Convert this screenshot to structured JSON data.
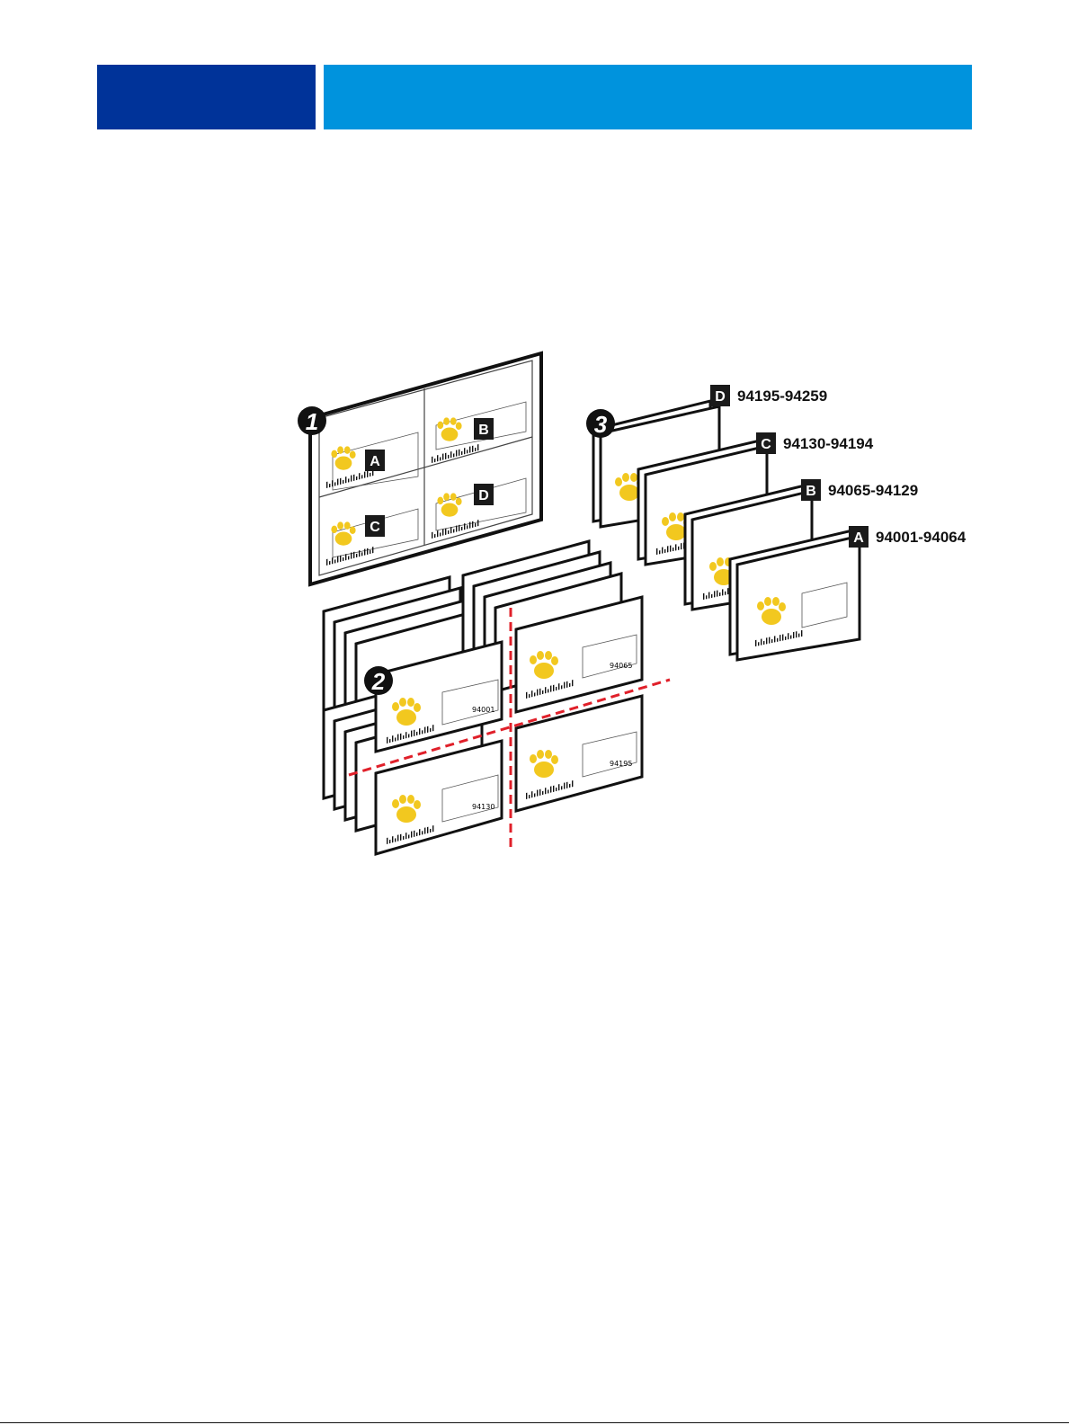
{
  "colors": {
    "header_left": "#003399",
    "header_right": "#0093dd",
    "paw": "#f2c81f",
    "cut_line": "#e0202a",
    "outline": "#111111",
    "label_bg": "#1a1a1a"
  },
  "steps": [
    "1",
    "2",
    "3"
  ],
  "sheet_labels": [
    "A",
    "B",
    "C",
    "D"
  ],
  "zip_codes": [
    "94001",
    "94065",
    "94130",
    "94195"
  ],
  "stacks": [
    {
      "letter": "D",
      "range": "94195-94259"
    },
    {
      "letter": "C",
      "range": "94130-94194"
    },
    {
      "letter": "B",
      "range": "94065-94129"
    },
    {
      "letter": "A",
      "range": "94001-94064"
    }
  ],
  "icons": {
    "paw": "paw-print-icon",
    "barcode": "barcode-icon",
    "stamp": "stamp-box-icon"
  }
}
